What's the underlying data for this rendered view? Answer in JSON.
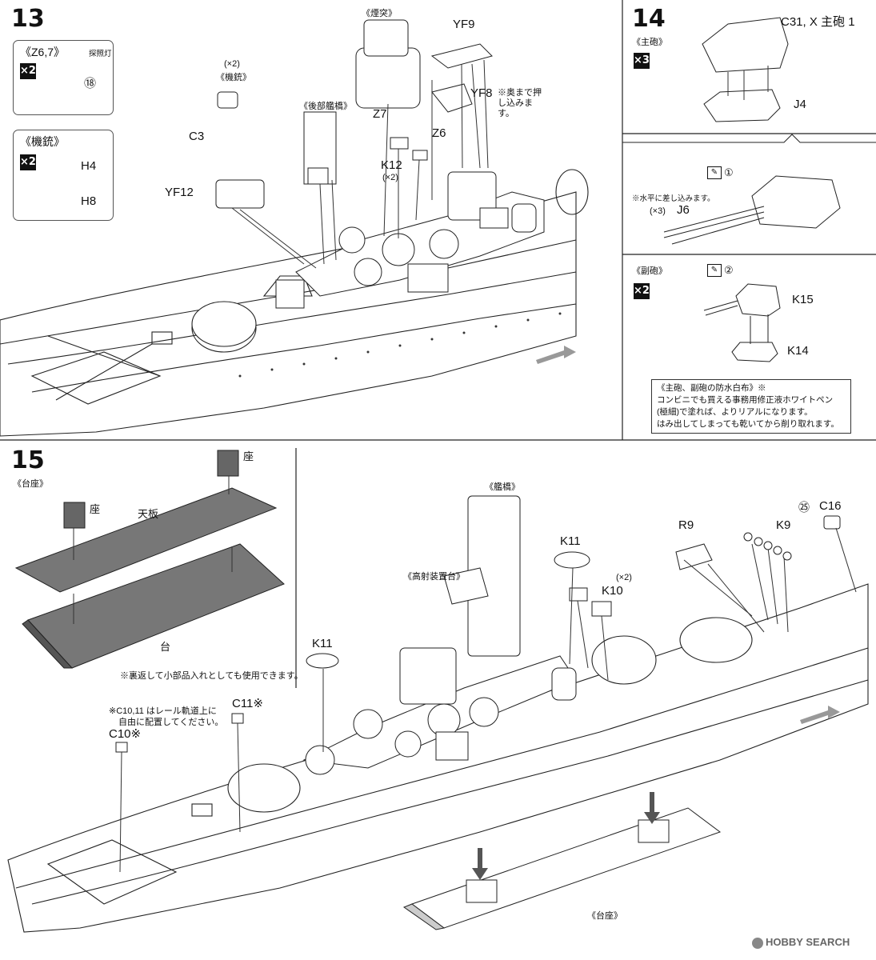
{
  "step13": {
    "number": "13",
    "searchlight_title": "《Z6,7》",
    "searchlight_sub": "探照灯",
    "searchlight_count": "×2",
    "searchlight_part": "⑱",
    "mg_title": "《機銃》",
    "mg_count": "×2",
    "mg_parts": [
      "H4",
      "H8"
    ],
    "mg2_count": "(×2)",
    "mg2_title": "《機銃》",
    "c3": "C3",
    "yf12": "YF12",
    "rear_bridge": "《後部艦橋》",
    "funnel": "《煙突》",
    "yf9": "YF9",
    "yf8": "YF8",
    "yf8_note": "※奥まで押し込みます。",
    "z7": "Z7",
    "z6": "Z6",
    "k12": "K12",
    "k12_count": "(×2)"
  },
  "step14": {
    "number": "14",
    "main_gun_title": "《主砲》",
    "main_gun_count": "×3",
    "c31": "C31, X 主砲 1",
    "j4": "J4",
    "paint_1": "①",
    "note_horizontal": "※水平に差し込みます。",
    "j6_count": "(×3)",
    "j6": "J6",
    "secondary_title": "《副砲》",
    "secondary_count": "×2",
    "paint_2": "②",
    "k15": "K15",
    "k14": "K14",
    "note_title": "《主砲、副砲の防水白布》※",
    "note_lines": [
      "コンビニでも買える事務用修正液ホワイトペン",
      "(極細)で塗れば、よりリアルになります。",
      "はみ出してしまっても乾いてから削り取れます。"
    ]
  },
  "step15": {
    "number": "15",
    "stand_title": "《台座》",
    "pad1": "座",
    "pad2": "座",
    "top_plate": "天板",
    "base": "台",
    "stand_note": "※裏返して小部品入れとしても使用できます。",
    "rail_note_1": "※C10,11 はレール軌道上に",
    "rail_note_2": "自由に配置してください。",
    "c11": "C11※",
    "c10": "C10※",
    "k11a": "K11",
    "k11b": "K11",
    "aa_platform": "《高射装置台》",
    "bridge": "《艦橋》",
    "k10_count": "(×2)",
    "k10": "K10",
    "r9": "R9",
    "k9": "K9",
    "c16_num": "㉕",
    "c16": "C16",
    "stand_caption": "《台座》"
  },
  "watermark": "HOBBY SEARCH"
}
